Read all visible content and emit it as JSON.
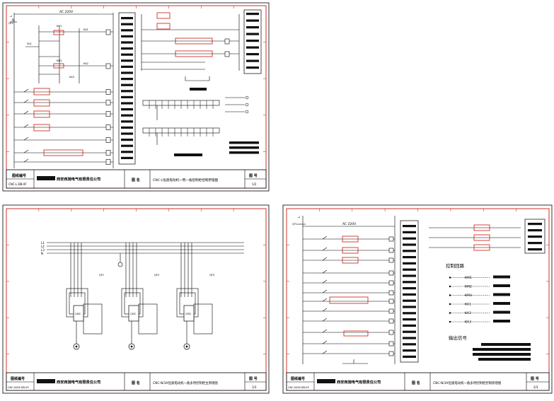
{
  "sheets": [
    {
      "id": "sheet1",
      "voltage_label": "AC 220V",
      "title_block": {
        "drawing_no_label": "图纸编号",
        "drawing_no": "CNC-L-DB-XF",
        "company": "西安西驰电气有限责任公司",
        "title_label": "图 名",
        "title": "CNC-L恒速电动机一用一备控制柜控制原理图",
        "sheet_label": "图 号",
        "sheet_no": "1/2"
      }
    },
    {
      "id": "sheet2",
      "bus_labels": [
        "L1",
        "L2",
        "L3",
        "N"
      ],
      "breaker_labels": [
        "QF1",
        "QF2",
        "QF3"
      ],
      "soft_starter_labels": [
        "CMC",
        "CMC",
        "CMC"
      ],
      "title_block": {
        "drawing_no_label": "图纸编号",
        "drawing_no": "CNC-N/3X-DB-XF",
        "company": "西安西驰电气有限责任公司",
        "title_label": "图 名",
        "title": "CNC-N/3X恒速电动机一备多用控制柜主原理图",
        "sheet_label": "图 号",
        "sheet_no": "1/3"
      }
    },
    {
      "id": "sheet3",
      "voltage_label": "AC 220V",
      "control_section_title": "控制回路",
      "output_section_title": "输出信号",
      "contactor_labels": [
        "KM1",
        "KM2",
        "KM3",
        "KA1",
        "KA2",
        "KA3"
      ],
      "title_block": {
        "drawing_no_label": "图纸编号",
        "drawing_no": "CNC-N/3X-DB-XF",
        "company": "西安西驰电气有限责任公司",
        "title_label": "图 名",
        "title": "CNC-N/3X恒速电动机一备多用控制柜控制原理图",
        "sheet_label": "图 号",
        "sheet_no": "2/3"
      }
    }
  ]
}
